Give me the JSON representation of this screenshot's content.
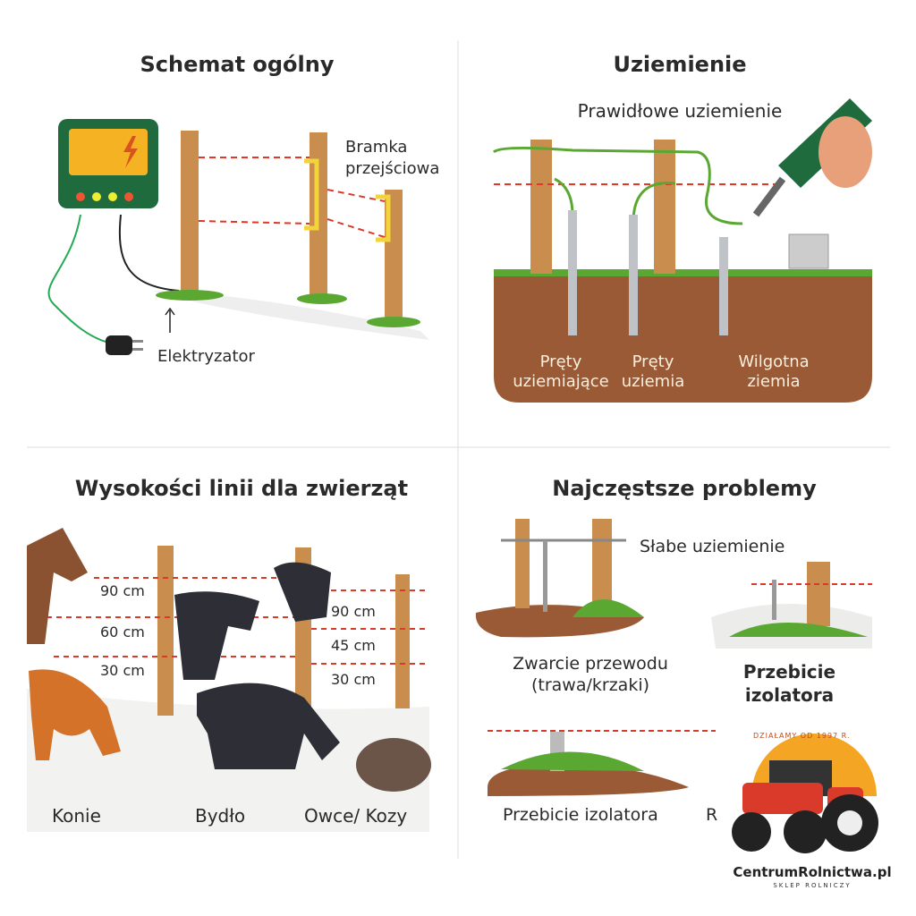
{
  "q1": {
    "title": "Schemat ogólny",
    "gate_label_1": "Bramka",
    "gate_label_2": "przejściowa",
    "energizer_label": "Elektryzator"
  },
  "q2": {
    "title": "Uziemienie",
    "subtitle": "Prawidłowe uziemienie",
    "rod1_1": "Pręty",
    "rod1_2": "uziemiające",
    "rod2_1": "Pręty",
    "rod2_2": "uziemia",
    "soil_1": "Wilgotna",
    "soil_2": "ziemia"
  },
  "q3": {
    "title": "Wysokości linii dla zwierząt",
    "h90a": "90 cm",
    "h60": "60 cm",
    "h30a": "30 cm",
    "h90b": "90 cm",
    "h45": "45 cm",
    "h30b": "30 cm",
    "horses": "Konie",
    "cattle": "Bydło",
    "sheep": "Owce/ Kozy"
  },
  "q4": {
    "title": "Najczęstsze problemy",
    "weak_ground": "Słabe uziemienie",
    "short_1": "Zwarcie przewodu",
    "short_2": "(trawa/krzaki)",
    "insul_1": "Przebicie",
    "insul_2": "izolatora",
    "insul_bottom": "Przebicie izolatora",
    "cut": "R"
  },
  "logo": {
    "name": "CentrumRolnictwa.pl",
    "tagline": "SKLEP ROLNICZY",
    "since": "DZIAŁAMY OD 1997 R."
  },
  "colors": {
    "wire": "#d93a2a",
    "post": "#c98d4e",
    "soil": "#9a5a36",
    "grass": "#5aa832",
    "green": "#1f6b3e",
    "yellow": "#f5b324"
  }
}
